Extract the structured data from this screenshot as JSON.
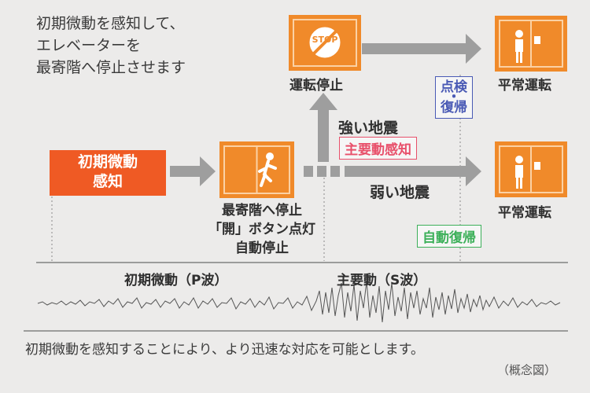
{
  "intro": {
    "line1": "初期微動を感知して、",
    "line2": "エレベーターを",
    "line3": "最寄階へ停止させます"
  },
  "detect_box": {
    "line1": "初期微動",
    "line2": "感知"
  },
  "stop_sign_text": "STOP",
  "labels": {
    "stop": "運転停止",
    "normal_top": "平常運転",
    "normal_bottom": "平常運転",
    "strong": "強い地震",
    "weak": "弱い地震",
    "nearest1": "最寄階へ停止",
    "nearest2": "「開」ボタン点灯",
    "nearest3": "自動停止",
    "p_wave": "初期微動（P波）",
    "s_wave": "主要動（S波）",
    "caption": "初期微動を感知することにより、より迅速な対応を可能とします。",
    "note": "（概念図）"
  },
  "badges": {
    "main_detect": "主要動感知",
    "inspect1": "点検",
    "inspect2": "復帰",
    "auto_return": "自動復帰"
  },
  "colors": {
    "orange": "#f08a2a",
    "red_orange": "#ef5a24",
    "arrow_gray": "#9e9e9e",
    "pink": "#e8506b",
    "blue": "#4a5ab5",
    "green": "#3db05a"
  }
}
